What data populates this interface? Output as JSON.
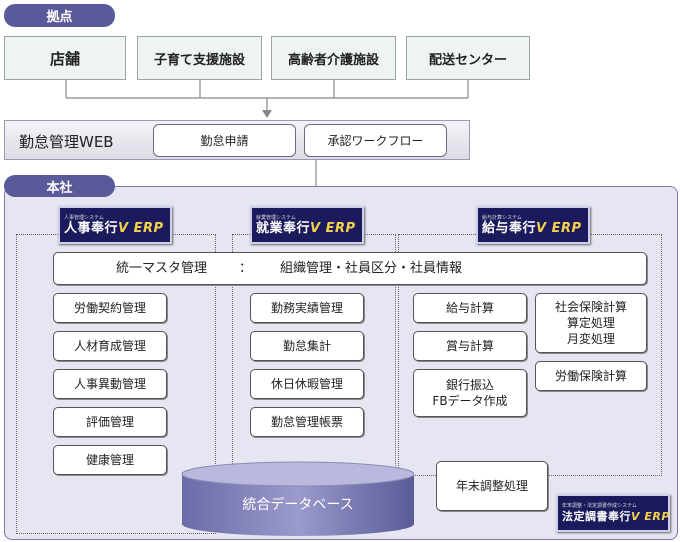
{
  "sites": {
    "label": "拠点",
    "items": [
      "店舗",
      "子育て支援施設",
      "高齢者介護施設",
      "配送センター"
    ]
  },
  "web": {
    "title": "勤怠管理WEB",
    "buttons": [
      "勤怠申請",
      "承認ワークフロー"
    ]
  },
  "hq": {
    "label": "本社",
    "master": {
      "left": "統一マスタ管理",
      "sep": "：",
      "right": "組織管理・社員区分・社員情報"
    },
    "logos": {
      "jinji": {
        "sub": "人事管理システム",
        "name": "人事奉行",
        "erp": "V ERP"
      },
      "shugyo": {
        "sub": "就業管理システム",
        "name": "就業奉行",
        "erp": "V ERP"
      },
      "kyuyo": {
        "sub": "給与計算システム",
        "name": "給与奉行",
        "erp": "V ERP"
      },
      "hotei": {
        "sub": "年末調整・法定調書作成システム",
        "name": "法定調書奉行",
        "erp": "V ERP"
      }
    },
    "jinji_items": [
      "労働契約管理",
      "人材育成管理",
      "人事異動管理",
      "評価管理",
      "健康管理"
    ],
    "shugyo_items": [
      "勤務実績管理",
      "勤怠集計",
      "休日休暇管理",
      "勤怠管理帳票"
    ],
    "kyuyo_items": {
      "kyuyo": "給与計算",
      "shoyo": "賞与計算",
      "bank": [
        "銀行振込",
        "FBデータ作成"
      ],
      "social": [
        "社会保険計算",
        "算定処理",
        "月変処理"
      ],
      "labor": "労働保険計算"
    },
    "year_end": "年末調整処理",
    "database": "統合データベース"
  }
}
